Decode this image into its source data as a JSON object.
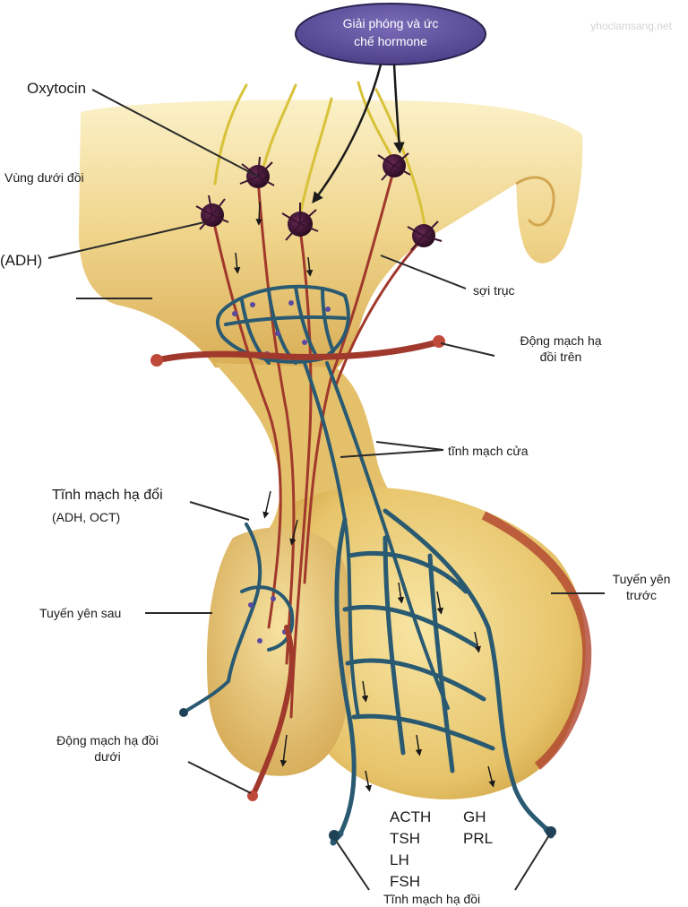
{
  "watermark": "yhoclamsang.net",
  "callout": {
    "line1": "Giải phóng và ức",
    "line2": "chế hormone"
  },
  "labels": {
    "oxytocin": "Oxytocin",
    "hypothalamus": "Vùng dưới đồi",
    "adh": "(ADH)",
    "axon": "sợi trục",
    "superior_artery_1": "Động mạch hạ",
    "superior_artery_2": "đồi trên",
    "portal_vein": "tĩnh mạch cửa",
    "hypophyseal_vein_title": "Tĩnh mạch hạ đổi",
    "hypophyseal_vein_sub": "(ADH, OCT)",
    "posterior_pituitary": "Tuyến yên sau",
    "anterior_pituitary_1": "Tuyến yên",
    "anterior_pituitary_2": "trước",
    "inferior_artery_1": "Động mạch hạ đồi",
    "inferior_artery_2": "dưới",
    "bottom_vein": "Tĩnh mạch hạ đồi"
  },
  "hormones": {
    "left": [
      "ACTH",
      "TSH",
      "LH",
      "FSH"
    ],
    "right": [
      "GH",
      "PRL"
    ]
  },
  "colors": {
    "tissue_light": "#f7e7a8",
    "tissue_mid": "#e8c86a",
    "tissue_dark": "#c9983a",
    "artery": "#a0392c",
    "vein": "#2a5a72",
    "neuron": "#3a1430",
    "axon": "#d8c23a",
    "callout": "#5c4f99"
  }
}
